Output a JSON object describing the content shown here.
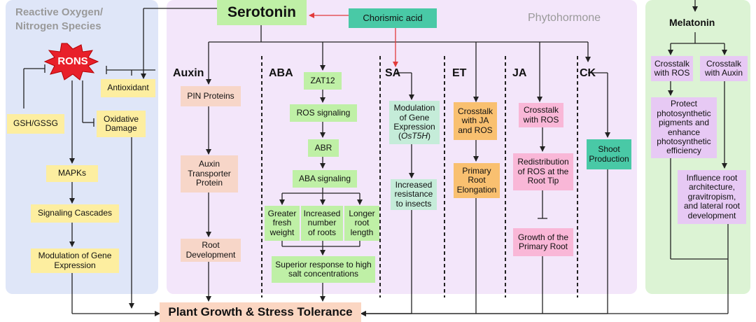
{
  "colors": {
    "ros_panel": "#dfe6f8",
    "phytohormone_panel": "#f3e6fa",
    "melatonin_panel": "#dcf3d4",
    "chorismic_box": "#49c9a6",
    "rons_burst": "#e8202a"
  },
  "ros_panel": {
    "title": "Reactive Oxygen/ Nitrogen Species",
    "rons": "RONS",
    "antioxidant": "Antioxidant",
    "gsh": "GSH/GSSG",
    "oxidative_damage": "Oxidative Damage",
    "mapks": "MAPKs",
    "cascades": "Signaling Cascades",
    "modulation": "Modulation of Gene Expression"
  },
  "center": {
    "serotonin": "Serotonin",
    "chorismic": "Chorismic acid",
    "phyto_title": "Phytohormone"
  },
  "auxin": {
    "label": "Auxin",
    "pin": "PIN Proteins",
    "transporter": "Auxin Transporter Protein",
    "root_dev": "Root Development"
  },
  "aba": {
    "label": "ABA",
    "zat12": "ZAT12",
    "ros_signaling": "ROS signaling",
    "abr": "ABR",
    "aba_signaling": "ABA signaling",
    "fresh_weight": "Greater fresh weight",
    "num_roots": "Increased number of roots",
    "root_length": "Longer root length",
    "salt": "Superior response to high salt concentrations"
  },
  "sa": {
    "label": "SA",
    "modulation_pre": "Modulation of Gene Expression (",
    "gene": "OsT5H",
    "modulation_post": ")",
    "insects": "Increased resistance to insects"
  },
  "et": {
    "label": "ET",
    "crosstalk": "Crosstalk with JA and ROS",
    "elongation": "Primary Root Elongation"
  },
  "ja": {
    "label": "JA",
    "crosstalk": "Crosstalk with ROS",
    "redistribution": "Redistribution of ROS at the Root Tip",
    "growth": "Growth of the Primary Root"
  },
  "ck": {
    "label": "CK",
    "shoot": "Shoot Production"
  },
  "melatonin": {
    "title": "Melatonin",
    "crosstalk_ros": "Crosstalk with ROS",
    "crosstalk_auxin": "Crosstalk with Auxin",
    "protect": "Protect photosynthetic pigments and enhance photosynthetic efficiency",
    "influence": "Influence root architecture, gravitropism, and lateral root development"
  },
  "bottom": {
    "plant_growth": "Plant Growth & Stress Tolerance"
  }
}
